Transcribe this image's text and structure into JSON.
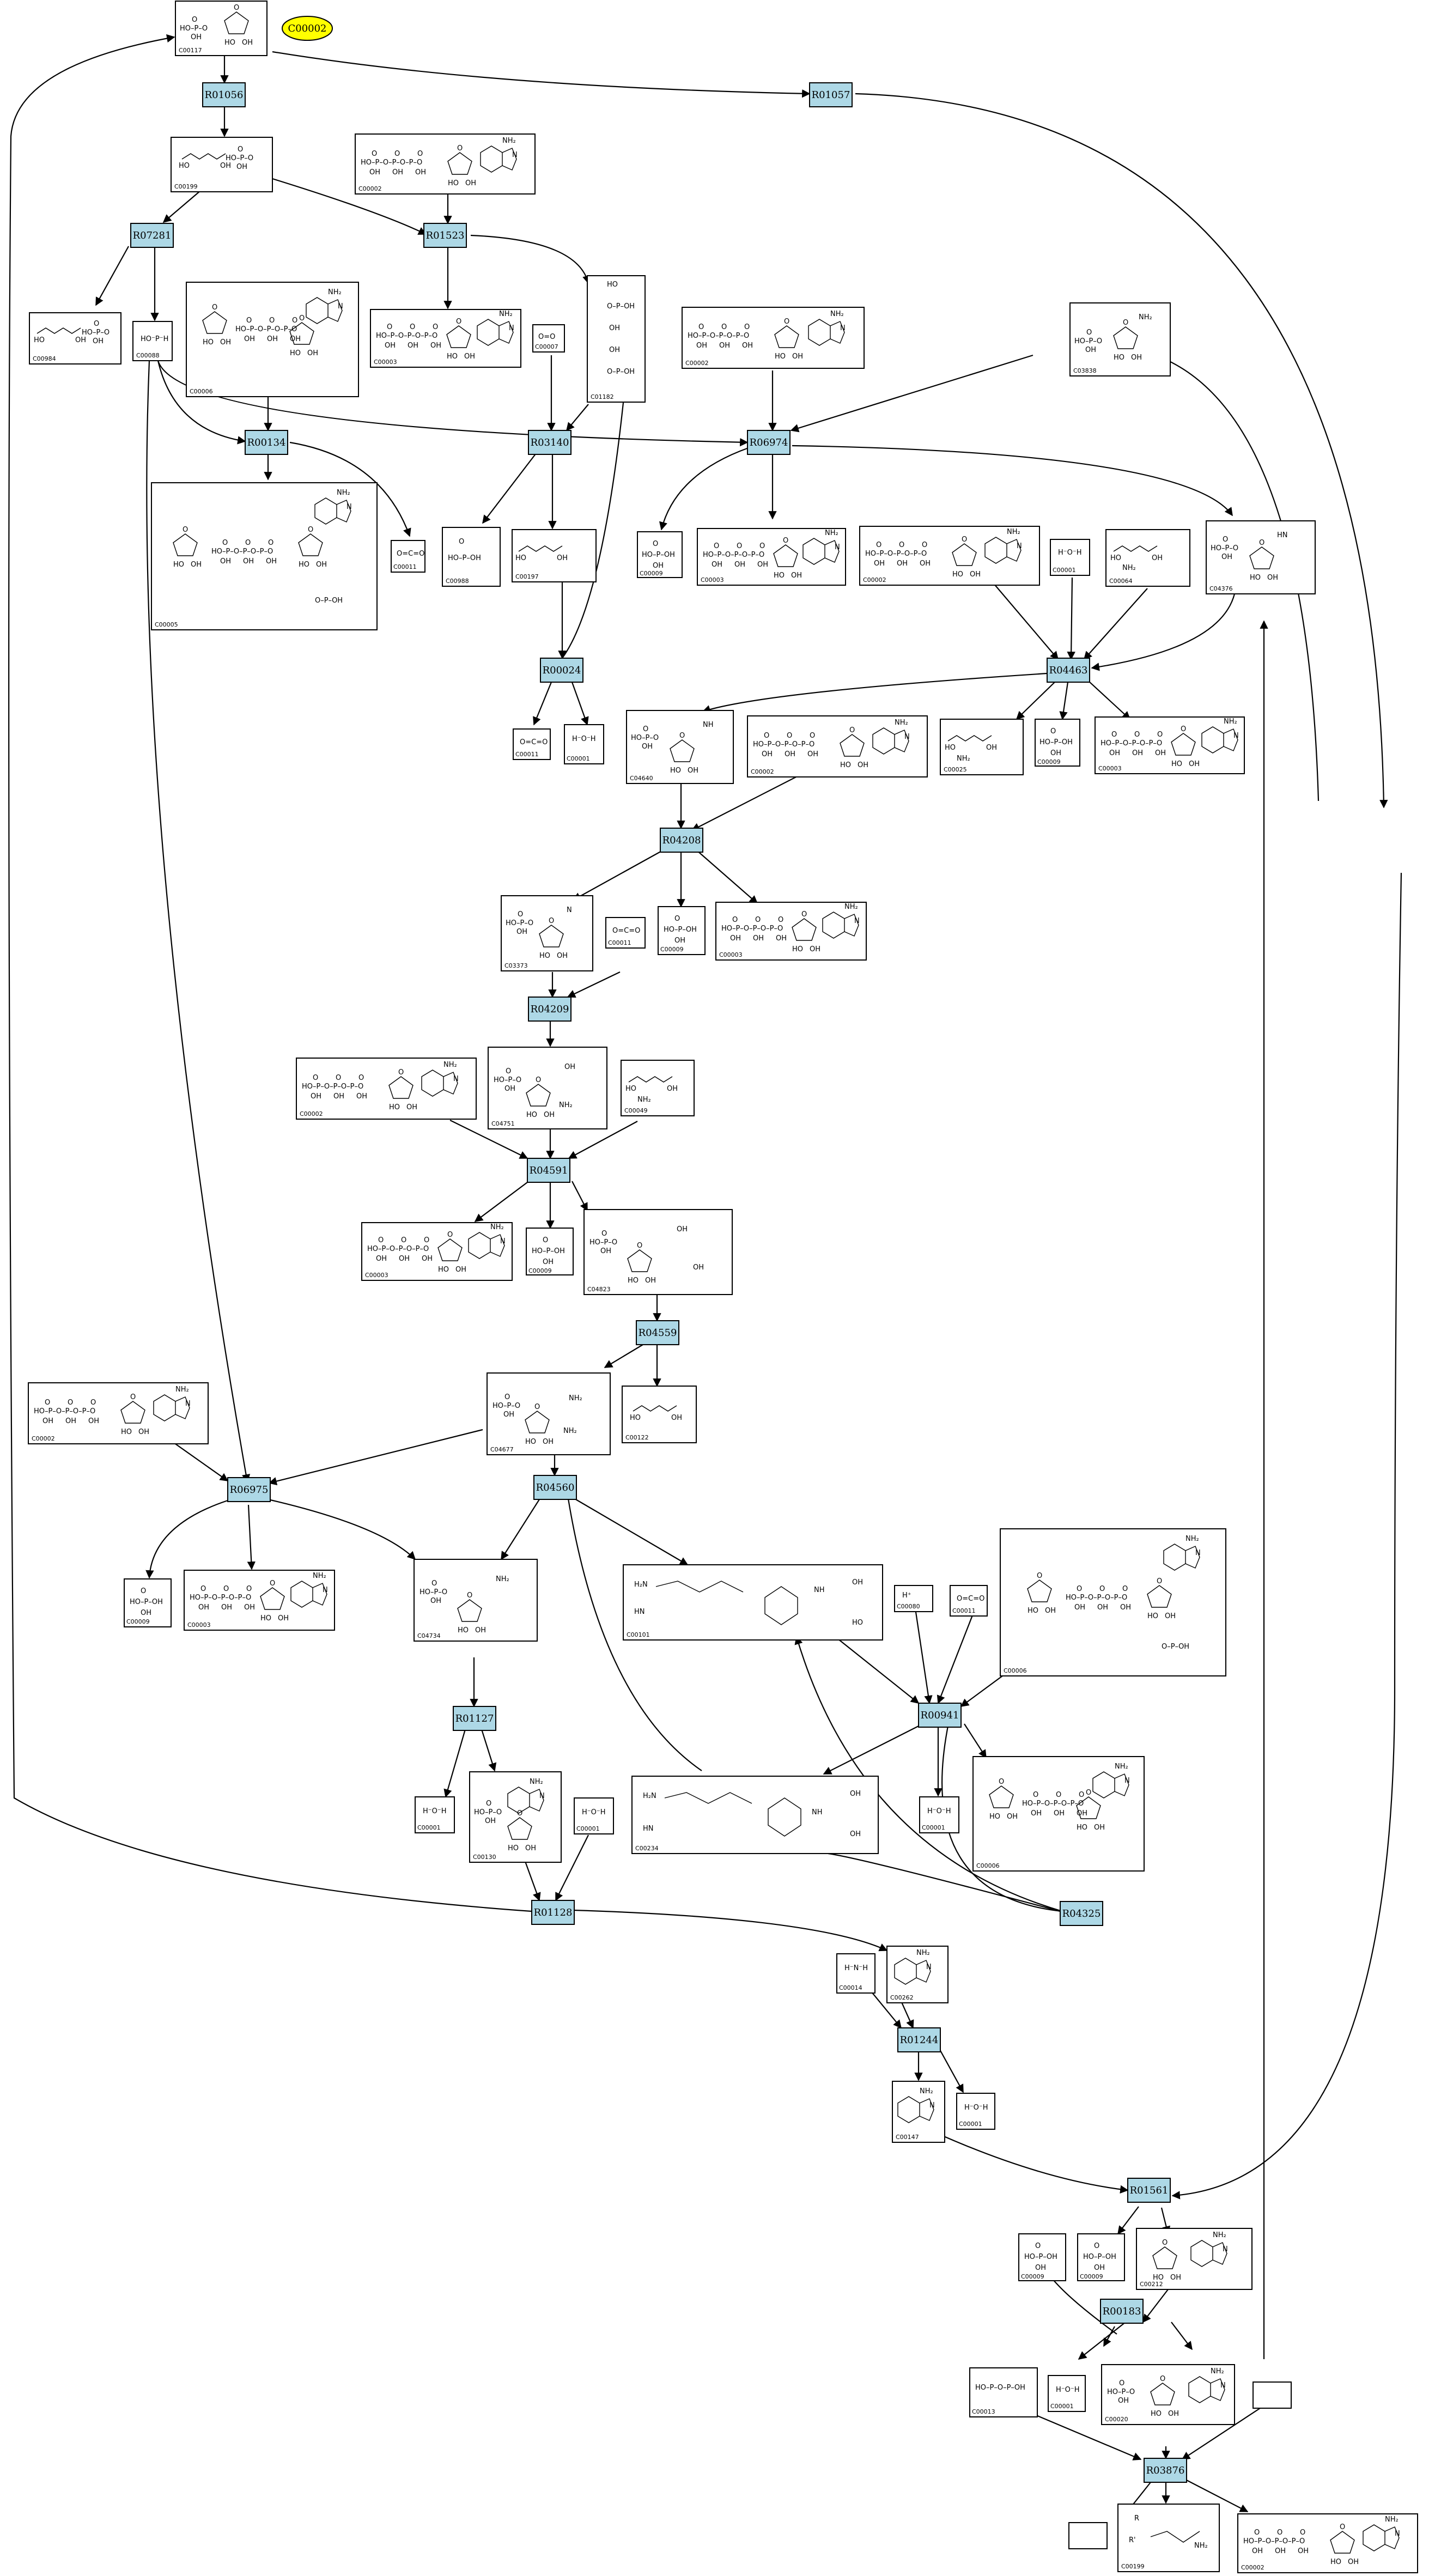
{
  "highlight_compound": "C00002",
  "reactions": [
    "R01056",
    "R01057",
    "R07281",
    "R01523",
    "R00134",
    "R03140",
    "R06974",
    "R00024",
    "R04463",
    "R04208",
    "R04209",
    "R04591",
    "R04559",
    "R06975",
    "R04560",
    "R00941",
    "R01127",
    "R01128",
    "R04325",
    "R01244",
    "R01561",
    "R00183",
    "R03876"
  ],
  "compounds": [
    "C00117",
    "C00199",
    "C00002",
    "C00984",
    "C00088",
    "C00006",
    "C00003",
    "C00007",
    "C01182",
    "C00002",
    "C03838",
    "C00005",
    "C00011",
    "C00988",
    "C00197",
    "C00009",
    "C00003",
    "C00002",
    "C00001",
    "C00064",
    "C04376",
    "C00011",
    "C00001",
    "C04640",
    "C00002",
    "C00025",
    "C00009",
    "C00003",
    "C03373",
    "C00011",
    "C00009",
    "C00003",
    "C00002",
    "C04751",
    "C00049",
    "C00003",
    "C00009",
    "C04823",
    "C00122",
    "C00002",
    "C04677",
    "C00009",
    "C00003",
    "C04734",
    "C00101",
    "C00080",
    "C00011",
    "C00006",
    "C00001",
    "C00130",
    "C00001",
    "C00234",
    "C00001",
    "C00006",
    "C00014",
    "C00262",
    "C00147",
    "C00001",
    "C00009",
    "C00009",
    "C00212",
    "C00013",
    "C00001",
    "C00020",
    "C00199",
    "C00002"
  ],
  "empty_boxes": 2,
  "colors": {
    "reaction_fill": "#add8e6",
    "highlight_fill": "#ffff00",
    "edge": "#000000"
  }
}
